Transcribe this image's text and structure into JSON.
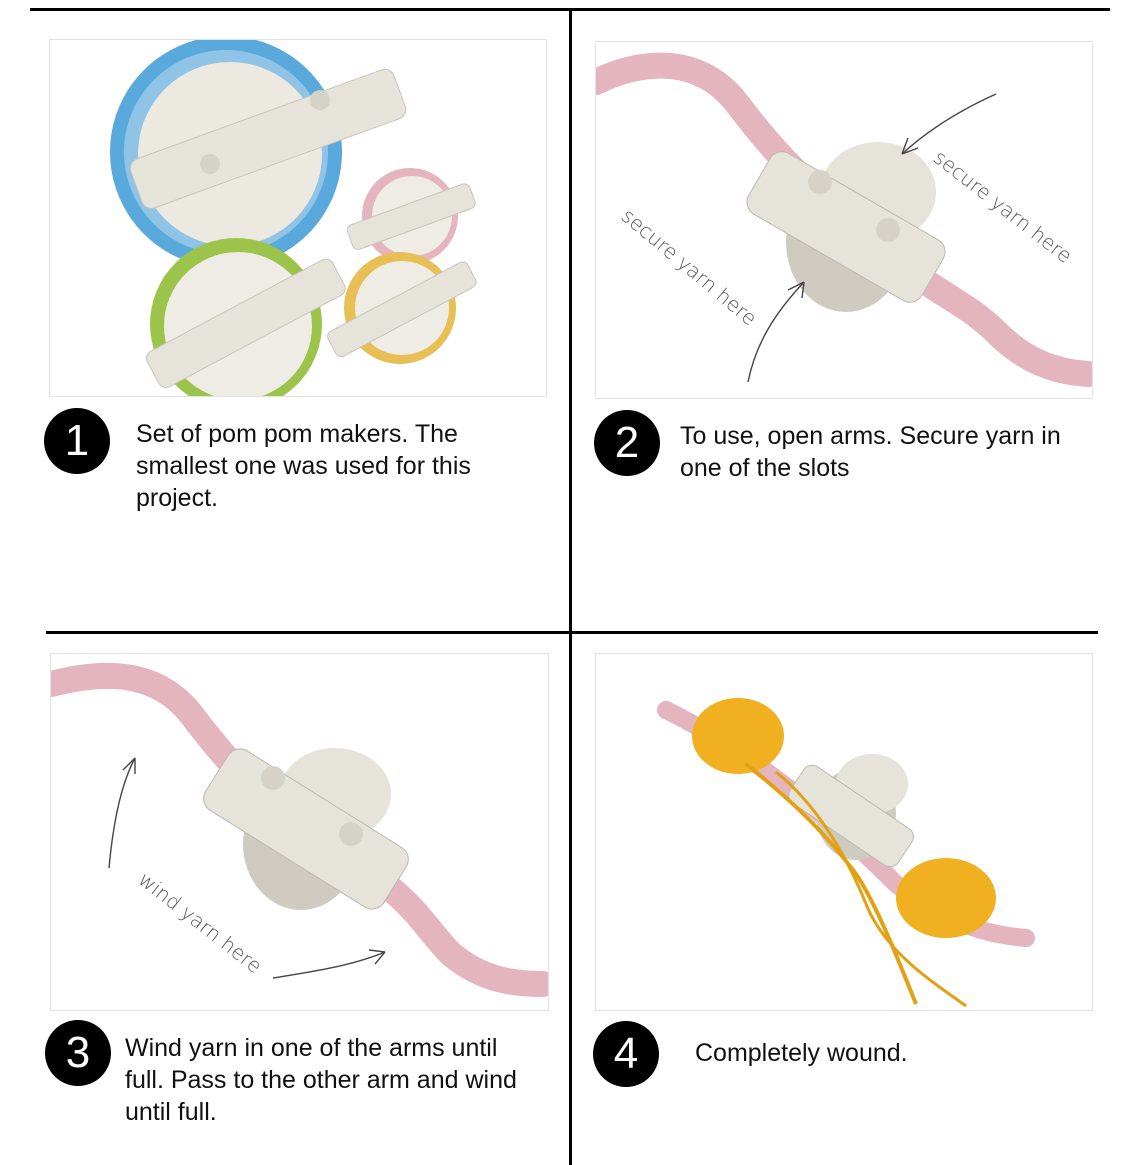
{
  "steps": [
    {
      "number": "1",
      "text": "Set of pom pom makers. The smallest one was used for this project."
    },
    {
      "number": "2",
      "text": "To use, open arms. Secure yarn in one of the slots"
    },
    {
      "number": "3",
      "text": "Wind yarn in one of the arms until full. Pass to the other arm and wind until full."
    },
    {
      "number": "4",
      "text": "Completely wound."
    }
  ],
  "annotations": {
    "secure_right": "secure yarn here",
    "secure_left": "secure yarn here",
    "wind": "wind yarn here"
  },
  "colors": {
    "maker_blue": "#5aa9dc",
    "maker_green": "#9cc44b",
    "maker_pink": "#e4b5bf",
    "maker_yellow": "#e8bf55",
    "maker_white": "#ece9e1",
    "yarn": "#f0b020"
  }
}
